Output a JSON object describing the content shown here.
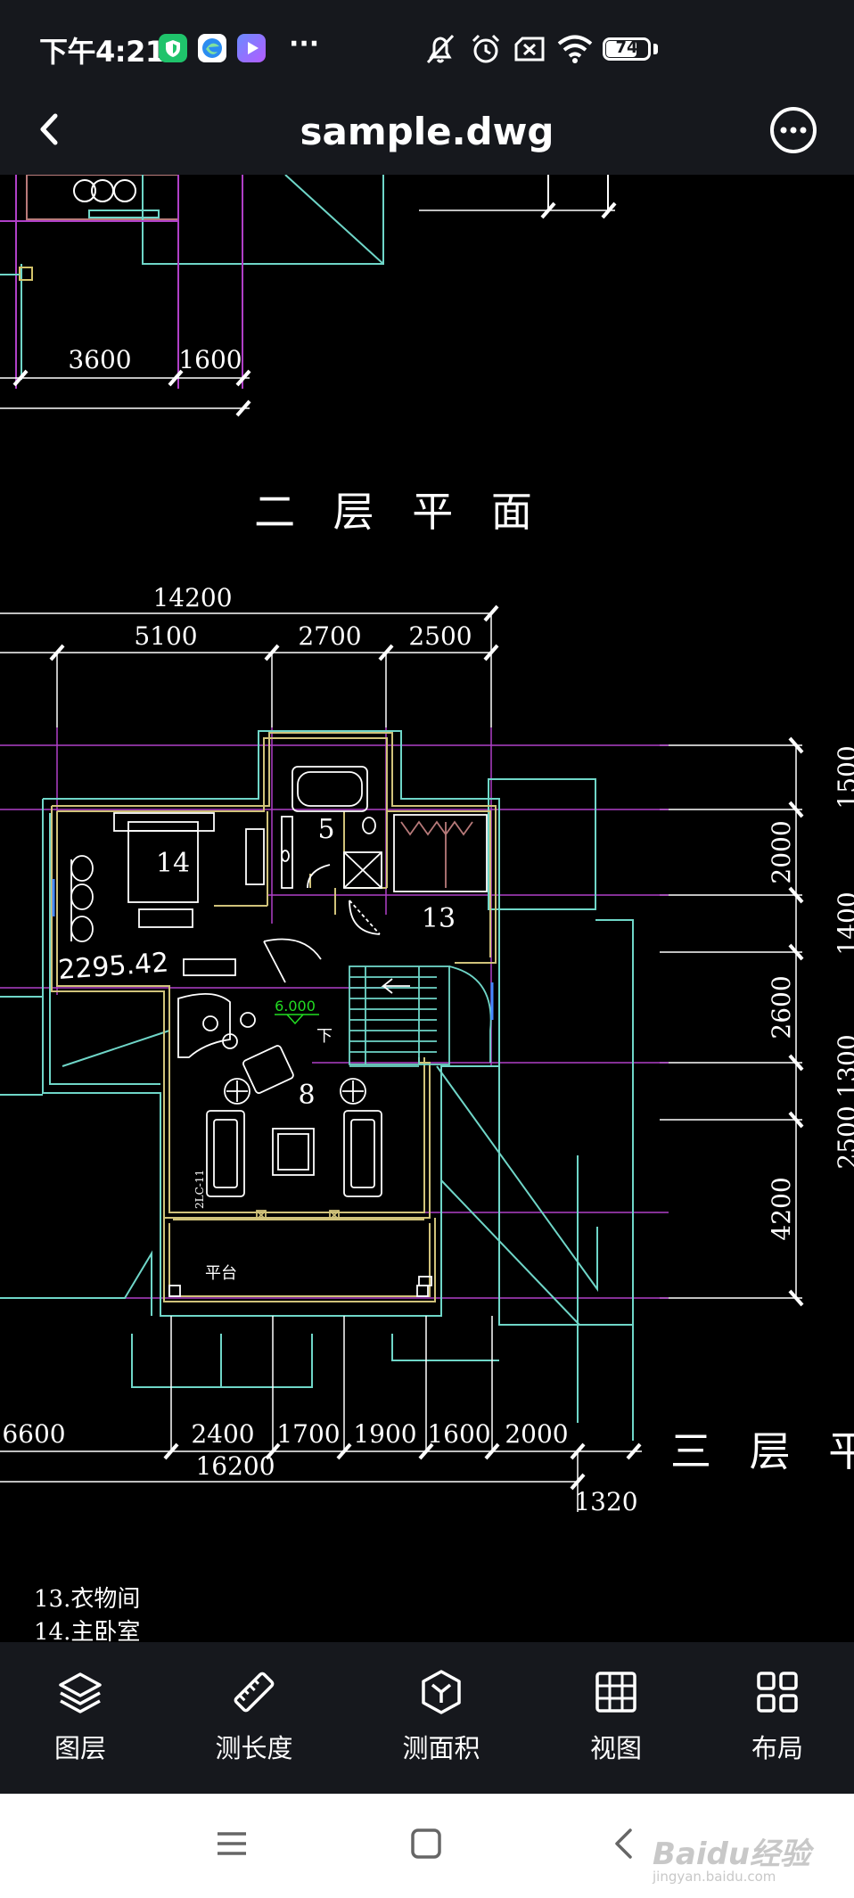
{
  "status_bar": {
    "time": "下午4:21",
    "more_indicator": "···",
    "battery_percent": "74",
    "battery_level": 0.74
  },
  "header": {
    "title": "sample.dwg",
    "back_icon": "chevron-left-icon",
    "more_icon": "more-horizontal-icon"
  },
  "drawing": {
    "top_dims": [
      "3600",
      "1600"
    ],
    "floor2_title": "二 层 平 面",
    "overall_dim": "14200",
    "upper_dims": [
      "5100",
      "2700",
      "2500"
    ],
    "right_dims": [
      "1500",
      "2000",
      "1400",
      "2600",
      "4200",
      "1300",
      "2500"
    ],
    "room_numbers": [
      "5",
      "14",
      "13",
      "8"
    ],
    "measure_label": "2295.42",
    "elevation": "6.000",
    "stair_down": "下",
    "window_tag": "2LC-11",
    "platform_label": "平台",
    "bottom_dims": [
      "6600",
      "2400",
      "1700",
      "1900",
      "1600",
      "2000"
    ],
    "bottom_total": "16200",
    "bottom_extra": "1320",
    "floor3_title": "三 层 平",
    "legend": [
      "13.衣物间",
      "14.主卧室"
    ]
  },
  "toolbar": {
    "items": [
      {
        "label": "图层",
        "icon": "layers-icon"
      },
      {
        "label": "测长度",
        "icon": "ruler-icon"
      },
      {
        "label": "测面积",
        "icon": "area-icon"
      },
      {
        "label": "视图",
        "icon": "grid-view-icon"
      },
      {
        "label": "布局",
        "icon": "layout-icon"
      }
    ]
  },
  "nav_bar": {
    "watermark": "Baidu经验",
    "watermark_sub": "jingyan.baidu.com"
  },
  "colors": {
    "bar_bg": "#16181d",
    "canvas_bg": "#000000",
    "cad_magenta": "#b040c8",
    "cad_cyan": "#6fd6c8",
    "cad_white": "#ffffff",
    "cad_green": "#22dd22"
  }
}
